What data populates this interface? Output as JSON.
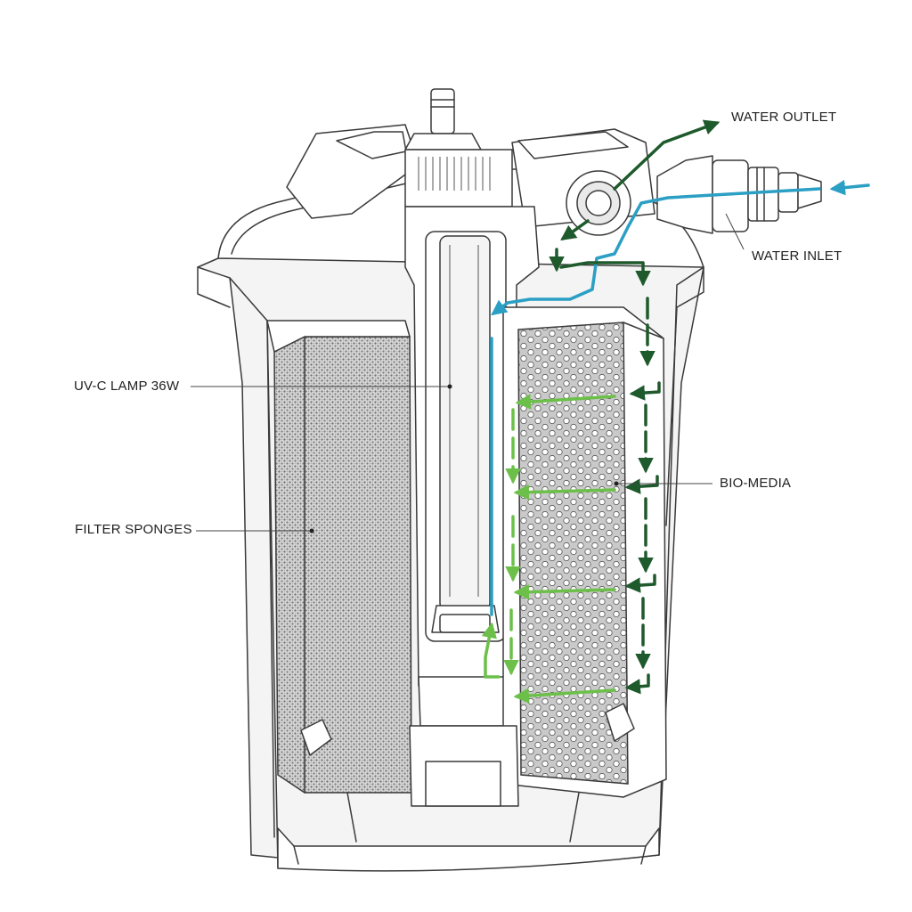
{
  "labels": {
    "water_outlet": "WATER OUTLET",
    "water_inlet": "WATER INLET",
    "uv_lamp": "UV-C LAMP 36W",
    "filter_sponges": "FILTER SPONGES",
    "bio_media": "BIO-MEDIA"
  },
  "colors": {
    "inlet_flow": "#2b9fc4",
    "outlet_flow": "#1e5a2c",
    "filtered_flow": "#6cc04a",
    "outline": "#3a3a3a"
  },
  "icons": {
    "flow_arrows": "arrow-icon"
  }
}
